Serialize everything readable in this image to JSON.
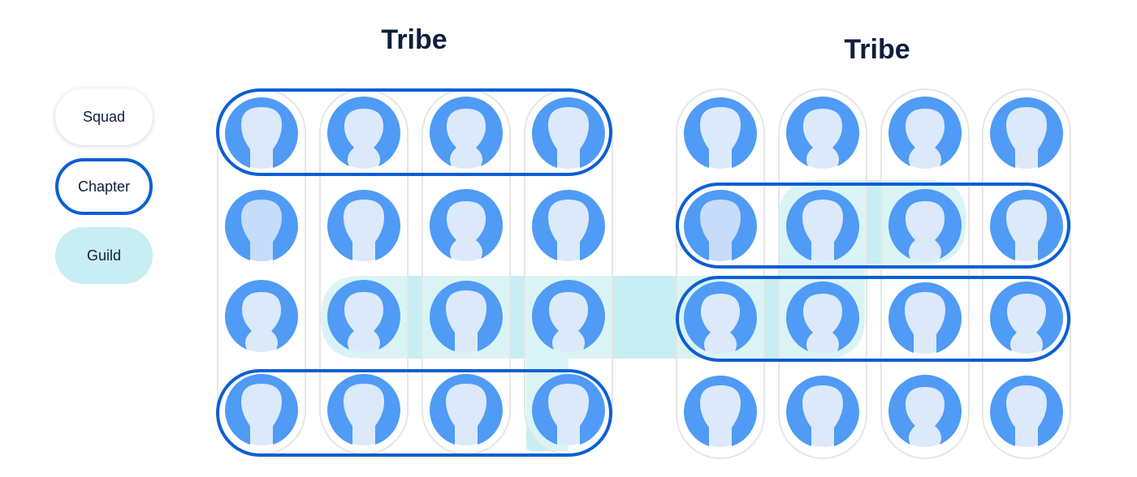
{
  "tribes": [
    {
      "title": "Tribe"
    },
    {
      "title": "Tribe"
    }
  ],
  "legend": {
    "squad": "Squad",
    "chapter": "Chapter",
    "guild": "Guild"
  },
  "colors": {
    "avatar_fill": "#4f9bf5",
    "avatar_bg": "#dce9fb",
    "avatar_bg_dark": "#c7dbfa",
    "chapter_border": "#0b5fd4",
    "guild_fill": "#c7eef2",
    "squad_column_border": "#e6e6e6",
    "title": "#0f1e3d"
  },
  "icons": {
    "avatar_variants": [
      "long-hair-person-icon",
      "short-hair-person-icon"
    ]
  }
}
